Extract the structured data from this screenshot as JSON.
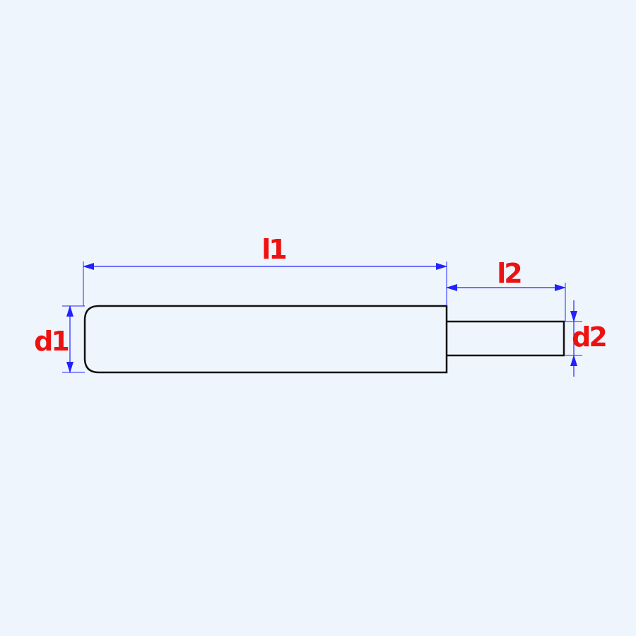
{
  "drawing": {
    "colors": {
      "background": "#eef5fc",
      "outline": "#111111",
      "dimension_line": "#2222ff",
      "label": "#ee1111"
    },
    "labels": {
      "l1": "l1",
      "l2": "l2",
      "d1": "d1",
      "d2": "d2"
    }
  }
}
